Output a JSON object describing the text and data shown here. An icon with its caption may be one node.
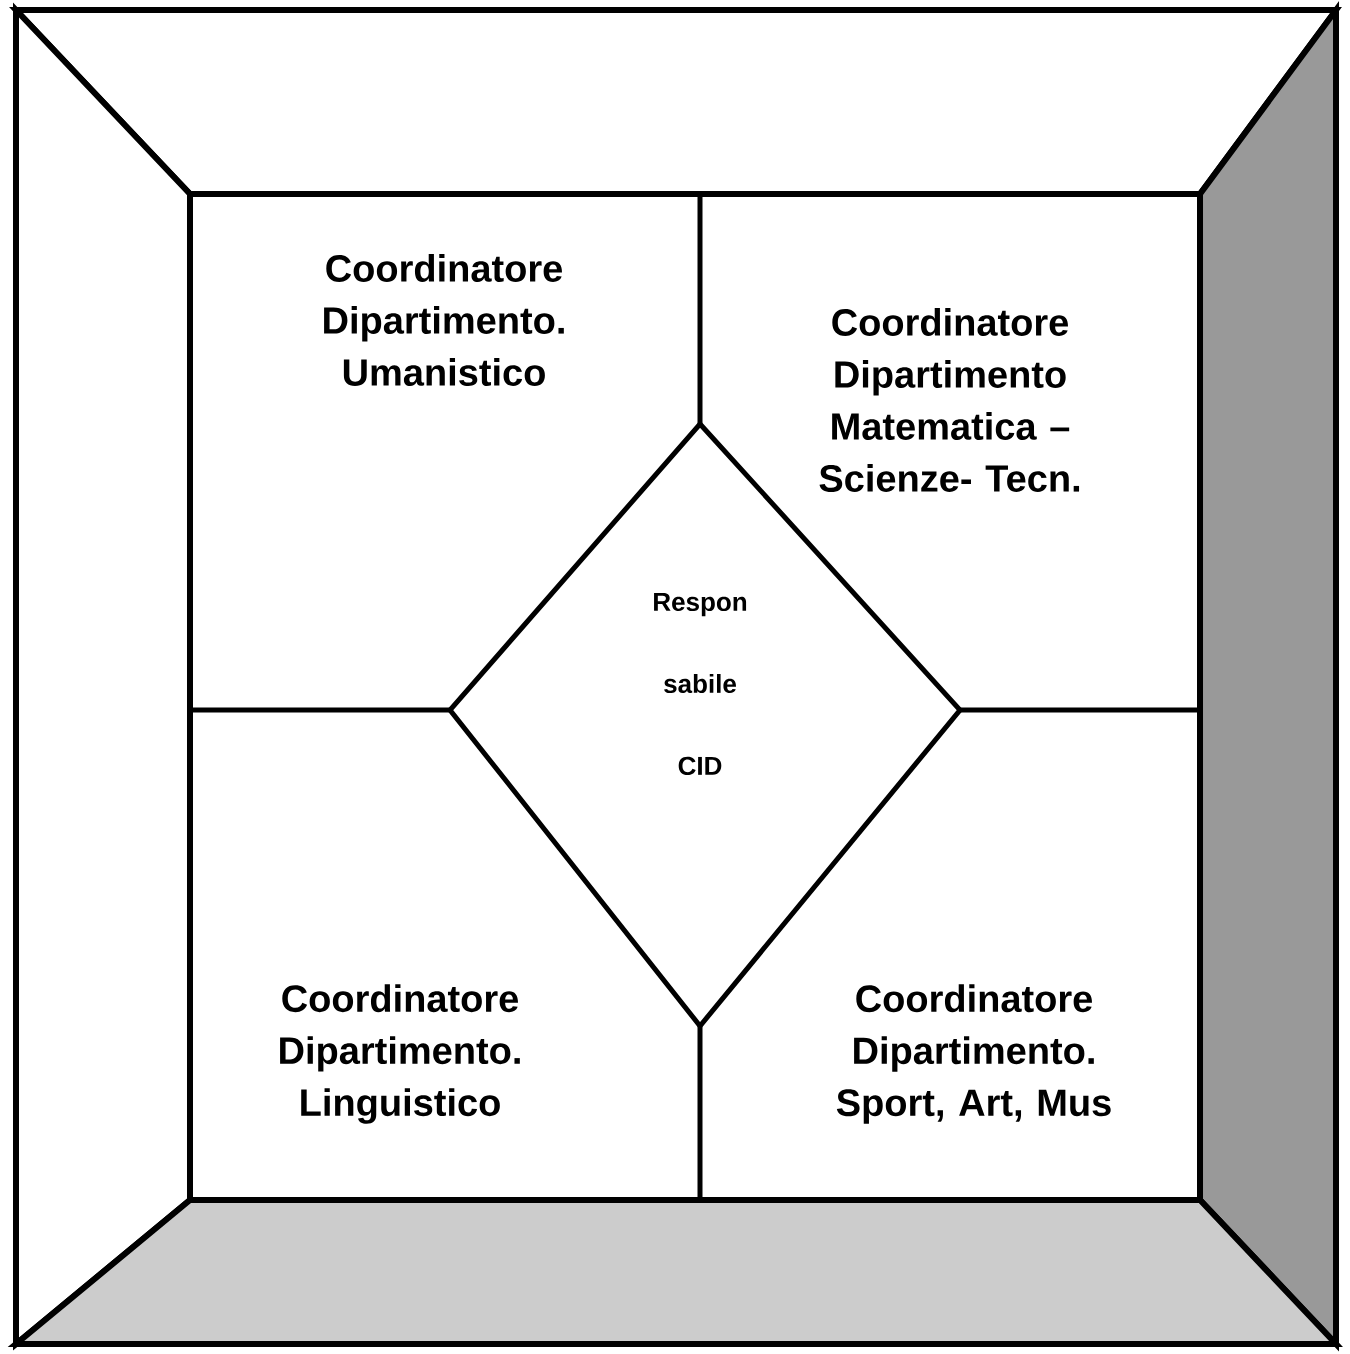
{
  "diagram": {
    "nodes": [
      {
        "text": [
          "Coordinatore Dipartimento. Umanistico"
        ]
      },
      {
        "text": [
          "Coordinatore Dipartimento Matematica – Scienze- Tecn."
        ]
      },
      {
        "text": [
          "Respon sabile CID"
        ]
      },
      {
        "text": [
          "Coordinatore Dipartimento. Linguistico"
        ]
      },
      {
        "text": [
          "Coordinatore Dipartimento. Sport, Art, Mus"
        ]
      }
    ]
  }
}
